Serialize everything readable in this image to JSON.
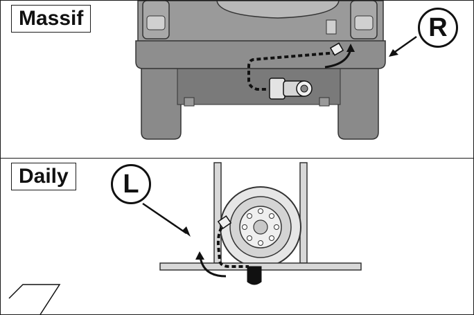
{
  "panels": {
    "top": {
      "title": "Massif",
      "side_label": "R"
    },
    "bottom": {
      "title": "Daily",
      "side_label": "L"
    }
  },
  "colors": {
    "vehicle_fill": "#8a8a8a",
    "vehicle_dark": "#6e6e6e",
    "vehicle_light": "#b8b8b8",
    "line": "#111111"
  },
  "icons": {
    "top": [
      "socket-icon",
      "cable-icon",
      "arrow-icon"
    ],
    "bottom": [
      "spare-wheel-icon",
      "cable-icon",
      "arrow-icon"
    ]
  }
}
